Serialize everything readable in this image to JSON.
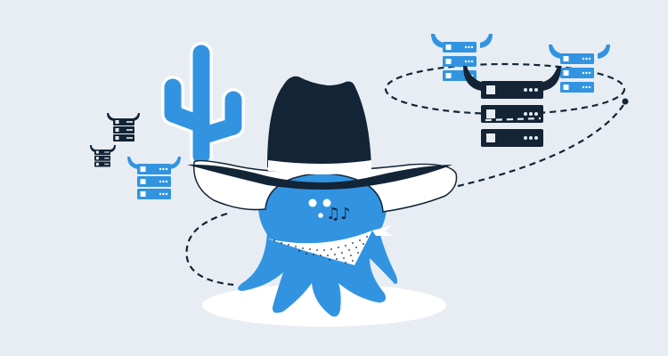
{
  "illustration": {
    "subject": "octopus-cowboy",
    "colors": {
      "background": "#e8edf3",
      "primary_blue": "#3294e0",
      "dark_navy": "#122436",
      "white": "#ffffff"
    },
    "elements": {
      "cactus": "cactus",
      "hat": "cowboy-hat",
      "bandana": "polka-dot-bandana",
      "lasso": "dashed-lasso",
      "servers": [
        {
          "name": "server-bull-large-dark",
          "color": "#122436",
          "units": 3
        },
        {
          "name": "server-bull-top-left-blue",
          "color": "#3294e0",
          "units": 3
        },
        {
          "name": "server-bull-top-right-blue",
          "color": "#3294e0",
          "units": 3
        },
        {
          "name": "server-bull-small-left-blue",
          "color": "#3294e0",
          "units": 3
        },
        {
          "name": "server-bull-small-dark-1",
          "color": "#122436",
          "units": 3
        },
        {
          "name": "server-bull-small-dark-2",
          "color": "#122436",
          "units": 3
        }
      ],
      "music_note": "♫♪"
    }
  }
}
